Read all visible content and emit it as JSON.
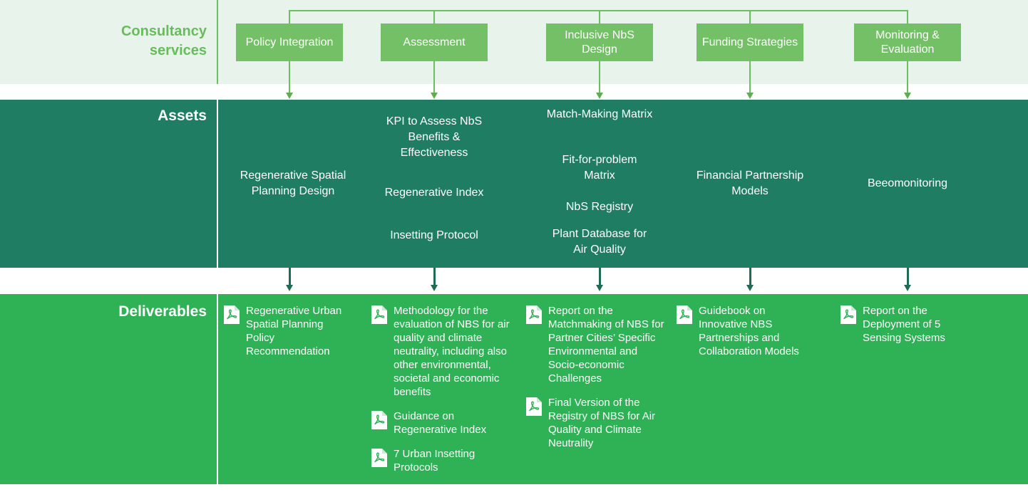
{
  "palette": {
    "services_band_bg": "#e8f3ec",
    "box_green": "#73c066",
    "line_green": "#6cbf60",
    "assets_band_bg": "#1f7d64",
    "deliverables_band_bg": "#2fb156",
    "dark_arrow": "#1f6b56",
    "text_white": "#ffffff",
    "services_label_green": "#67bd5a"
  },
  "services": {
    "label": "Consultancy services",
    "boxes": [
      {
        "label": "Policy Integration"
      },
      {
        "label": "Assessment"
      },
      {
        "label": "Inclusive NbS Design"
      },
      {
        "label": "Funding Strategies"
      },
      {
        "label": "Monitoring & Evaluation"
      }
    ]
  },
  "assets": {
    "label": "Assets",
    "columns": [
      {
        "items": [
          "Regenerative Spatial Planning Design"
        ]
      },
      {
        "items": [
          "KPI to Assess NbS Benefits & Effectiveness",
          "Regenerative Index",
          "Insetting Protocol"
        ]
      },
      {
        "items": [
          "Match-Making Matrix",
          "Fit-for-problem Matrix",
          "NbS Registry",
          "Plant Database for Air Quality"
        ]
      },
      {
        "items": [
          "Financial Partnership Models"
        ]
      },
      {
        "items": [
          "Beeomonitoring"
        ]
      }
    ]
  },
  "deliverables": {
    "label": "Deliverables",
    "icon": "pdf-file-icon",
    "columns": [
      {
        "items": [
          "Regenerative Urban Spatial Planning Policy Recommendation"
        ]
      },
      {
        "items": [
          "Methodology for the evaluation of NBS for air quality and climate neutrality, including also other environmental, societal and economic benefits",
          "Guidance on Regenerative Index",
          "7 Urban Insetting Protocols"
        ]
      },
      {
        "items": [
          "Report on the Matchmaking of NBS for Partner Cities’ Specific Environmental and Socio-economic Challenges",
          "Final Version of the Registry of NBS for Air Quality and Climate Neutrality"
        ]
      },
      {
        "items": [
          "Guidebook on Innovative NBS Partnerships and Collaboration Models"
        ]
      },
      {
        "items": [
          "Report on the Deployment of 5 Sensing Systems"
        ]
      }
    ]
  }
}
